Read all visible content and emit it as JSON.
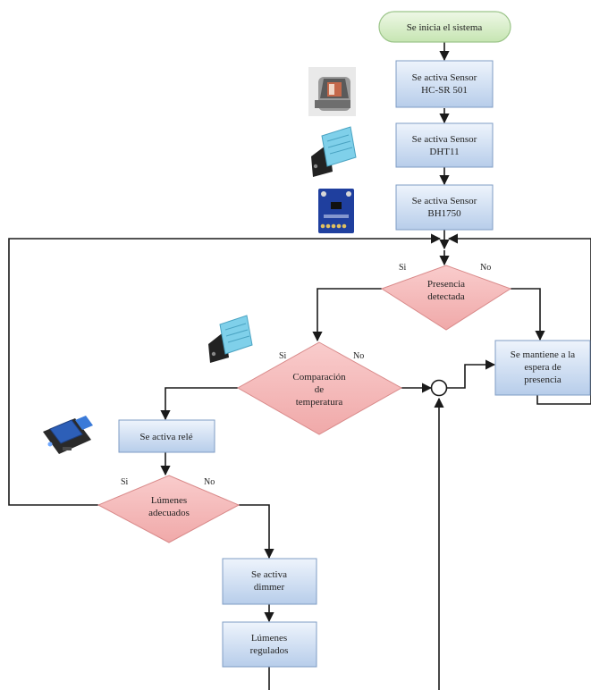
{
  "start": {
    "line1": "Se inicia el sistema"
  },
  "sensor_pir": {
    "line1": "Se activa Sensor",
    "line2": "HC-SR 501"
  },
  "sensor_dht": {
    "line1": "Se activa Sensor",
    "line2": "DHT11"
  },
  "sensor_bh": {
    "line1": "Se activa Sensor",
    "line2": "BH1750"
  },
  "presencia": {
    "line1": "Presencia",
    "line2": "detectada",
    "yes": "Si",
    "no": "No"
  },
  "espera": {
    "line1": "Se mantiene a la",
    "line2": "espera de",
    "line3": "presencia"
  },
  "comparacion": {
    "line1": "Comparación",
    "line2": "de",
    "line3": "temperatura",
    "yes": "Si",
    "no": "No"
  },
  "rele": {
    "line1": "Se activa relé"
  },
  "lumenes": {
    "line1": "Lúmenes",
    "line2": "adecuados",
    "yes": "Si",
    "no": "No"
  },
  "dimmer": {
    "line1": "Se activa",
    "line2": "dimmer"
  },
  "regulados": {
    "line1": "Lúmenes",
    "line2": "regulados"
  },
  "icons": {
    "pir": "pir-sensor-photo-icon",
    "dht_top": "dht11-sensor-photo-icon",
    "bh1750": "bh1750-sensor-photo-icon",
    "dht_mid": "dht11-sensor-photo-icon",
    "relay": "relay-module-photo-icon"
  },
  "colors": {
    "process_fill_top": "#eef4fc",
    "process_fill_bottom": "#b7cdea",
    "process_stroke": "#7f9cc4",
    "decision_fill": "#f4b3b3",
    "decision_stroke": "#d98a8a",
    "start_fill": "#d9eecb",
    "start_stroke": "#9cc58a",
    "line": "#1a1a1a"
  }
}
